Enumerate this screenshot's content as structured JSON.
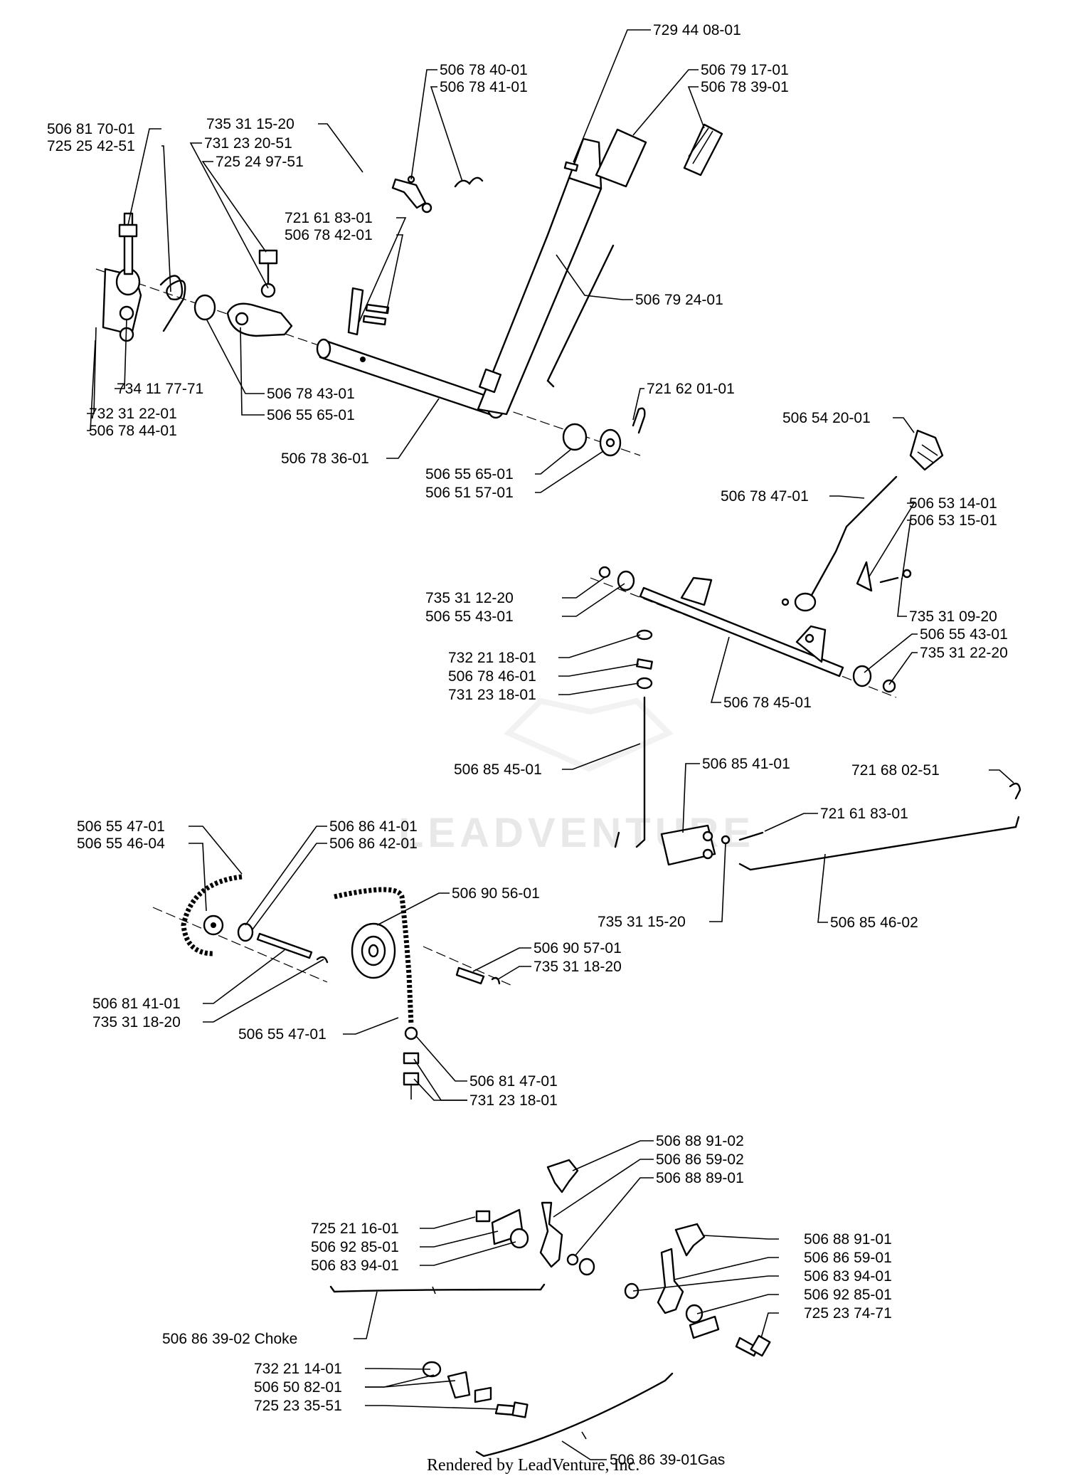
{
  "callouts": [
    "729 44 08-01",
    "506 78 40-01",
    "506 78 41-01",
    "506 79 17-01",
    "506 78 39-01",
    "735 31 15-20",
    "731 23 20-51",
    "725 24 97-51",
    "506 81 70-01",
    "725 25 42-51",
    "721 61 83-01",
    "506 78 42-01",
    "506 79 24-01",
    "734 11 77-71",
    "506 78 43-01",
    "506 55 65-01",
    "732 31 22-01",
    "506 78 44-01",
    "721 62 01-01",
    "506 54 20-01",
    "506 78 36-01",
    "506 55 65-01",
    "506 51 57-01",
    "506 78 47-01",
    "506 53 14-01",
    "506 53 15-01",
    "735 31 12-20",
    "506 55 43-01",
    "735 31 09-20",
    "506 55 43-01",
    "735 31 22-20",
    "732 21 18-01",
    "506 78 46-01",
    "731 23 18-01",
    "506 78 45-01",
    "506 85 45-01",
    "506 85 41-01",
    "721 68 02-51",
    "721 61 83-01",
    "735 31 15-20",
    "506 85 46-02",
    "506 55 47-01",
    "506 55 46-04",
    "506 86 41-01",
    "506 86 42-01",
    "506 90 56-01",
    "506 90 57-01",
    "735 31 18-20",
    "506 81 41-01",
    "735 31 18-20",
    "506 55 47-01",
    "506 81 47-01",
    "731 23 18-01",
    "506 88 91-02",
    "506 86 59-02",
    "506 88 89-01",
    "725 21 16-01",
    "506 92 85-01",
    "506 83 94-01",
    "506 88 91-01",
    "506 86 59-01",
    "506 83 94-01",
    "506 92 85-01",
    "725 23 74-71",
    "506 86 39-02 Choke",
    "732 21 14-01",
    "506 50 82-01",
    "725 23 35-51",
    "506 86 39-01Gas"
  ],
  "watermark": "LEADVENTURE",
  "footer": "Rendered by LeadVenture, Inc."
}
